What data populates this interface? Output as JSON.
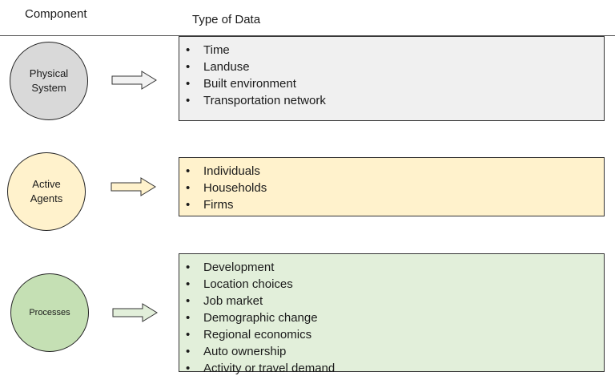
{
  "headers": {
    "component": "Component",
    "type_of_data": "Type of Data"
  },
  "rows": [
    {
      "key": "physical-system",
      "circle_lines": [
        "Physical",
        "System"
      ],
      "circle_color": "#d9d9d9",
      "box_color": "#f0f0f0",
      "arrow_color": "#f2f2f2",
      "items": [
        "Time",
        "Landuse",
        "Built environment",
        "Transportation network"
      ]
    },
    {
      "key": "active-agents",
      "circle_lines": [
        "Active",
        "Agents"
      ],
      "circle_color": "#fff2cc",
      "box_color": "#fff2cc",
      "arrow_color": "#fff2cc",
      "items": [
        "Individuals",
        "Households",
        "Firms"
      ]
    },
    {
      "key": "processes",
      "circle_lines": [
        "Processes"
      ],
      "circle_color": "#c5e0b4",
      "box_color": "#e2efda",
      "arrow_color": "#e2efda",
      "items": [
        "Development",
        "Location choices",
        "Job market",
        "Demographic change",
        "Regional economics",
        "Auto ownership",
        "Activity or travel demand"
      ]
    }
  ]
}
